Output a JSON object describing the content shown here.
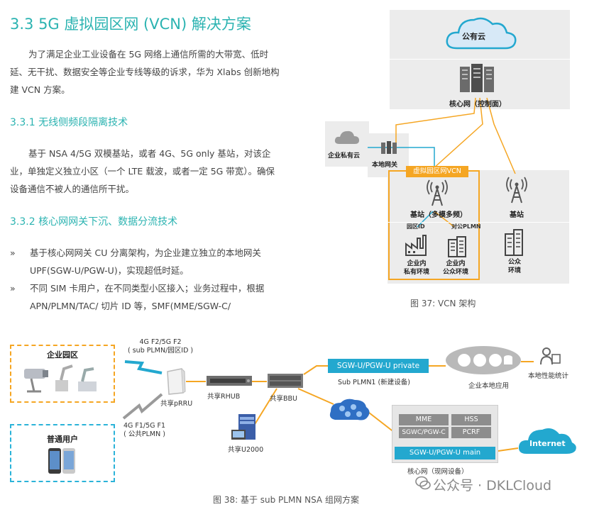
{
  "section": {
    "title": "3.3 5G 虚拟园区网 (VCN) 解决方案",
    "intro": "为了满足企业工业设备在 5G 网络上通信所需的大带宽、低时延、无干扰、数据安全等企业专线等级的诉求，华为 Xlabs 创新地构建 VCN 方案。"
  },
  "sub1": {
    "title": "3.3.1 无线侧频段隔离技术",
    "body": "基于 NSA 4/5G 双模基站，或者 4G、5G only 基站，对该企业，单独定义独立小区（一个 LTE 载波，或者一定 5G 带宽）。确保设备通信不被人的通信所干扰。"
  },
  "sub2": {
    "title": "3.3.2 核心网网关下沉、数据分流技术",
    "bullets": [
      "基于核心网网关 CU 分离架构，为企业建立独立的本地网关 UPF(SGW-U/PGW-U)，实现超低时延。",
      "不同 SIM 卡用户，在不同类型小区接入；业务过程中，根据 APN/PLMN/TAC/ 切片 ID 等，SMF(MME/SGW-C/"
    ],
    "bullet_marker": "»"
  },
  "fig37": {
    "caption": "图 37: VCN 架构",
    "public_cloud": "公有云",
    "core_network": "核心网（控制面）",
    "private_cloud": "企业私有云",
    "local_gateway": "本地网关",
    "vcn_tag": "虚拟园区网VCN",
    "base_station_multi": "基站（多模多频）",
    "base_station": "基站",
    "park_id": "园区ID",
    "public_plmn": "对公PLMN",
    "enterprise_private": "企业内\n私有环境",
    "enterprise_public": "企业内\n公众环境",
    "public_env": "公众\n环境"
  },
  "fig38": {
    "caption": "图 38: 基于 sub PLMN NSA 组网方案",
    "park": "企业园区",
    "users": "普通用户",
    "freq_top": "4G F2/5G F2\n( sub PLMN/园区ID )",
    "freq_bottom": "4G F1/5G F1\n( 公共PLMN )",
    "prru": "共享pRRU",
    "rhub": "共享RHUB",
    "bbu": "共享BBU",
    "u2000": "共享U2000",
    "sgw_private": "SGW-U/PGW-U private",
    "sub_plmn1": "Sub PLMN1 (新建设备)",
    "local_app": "企业本地应用",
    "perf_stats": "本地性能统计",
    "mme": "MME",
    "hss": "HSS",
    "sgwc": "SGWC/PGW-C",
    "pcrf": "PCRF",
    "sgw_main": "SGW-U/PGW-U  main",
    "core_existing": "核心网（现网设备）",
    "internet": "Internet"
  },
  "watermark": "公众号 · DKLCloud",
  "colors": {
    "teal": "#2bb3b1",
    "blue": "#23a8cf",
    "orange": "#f5a623",
    "gray_panel": "#ececec"
  }
}
